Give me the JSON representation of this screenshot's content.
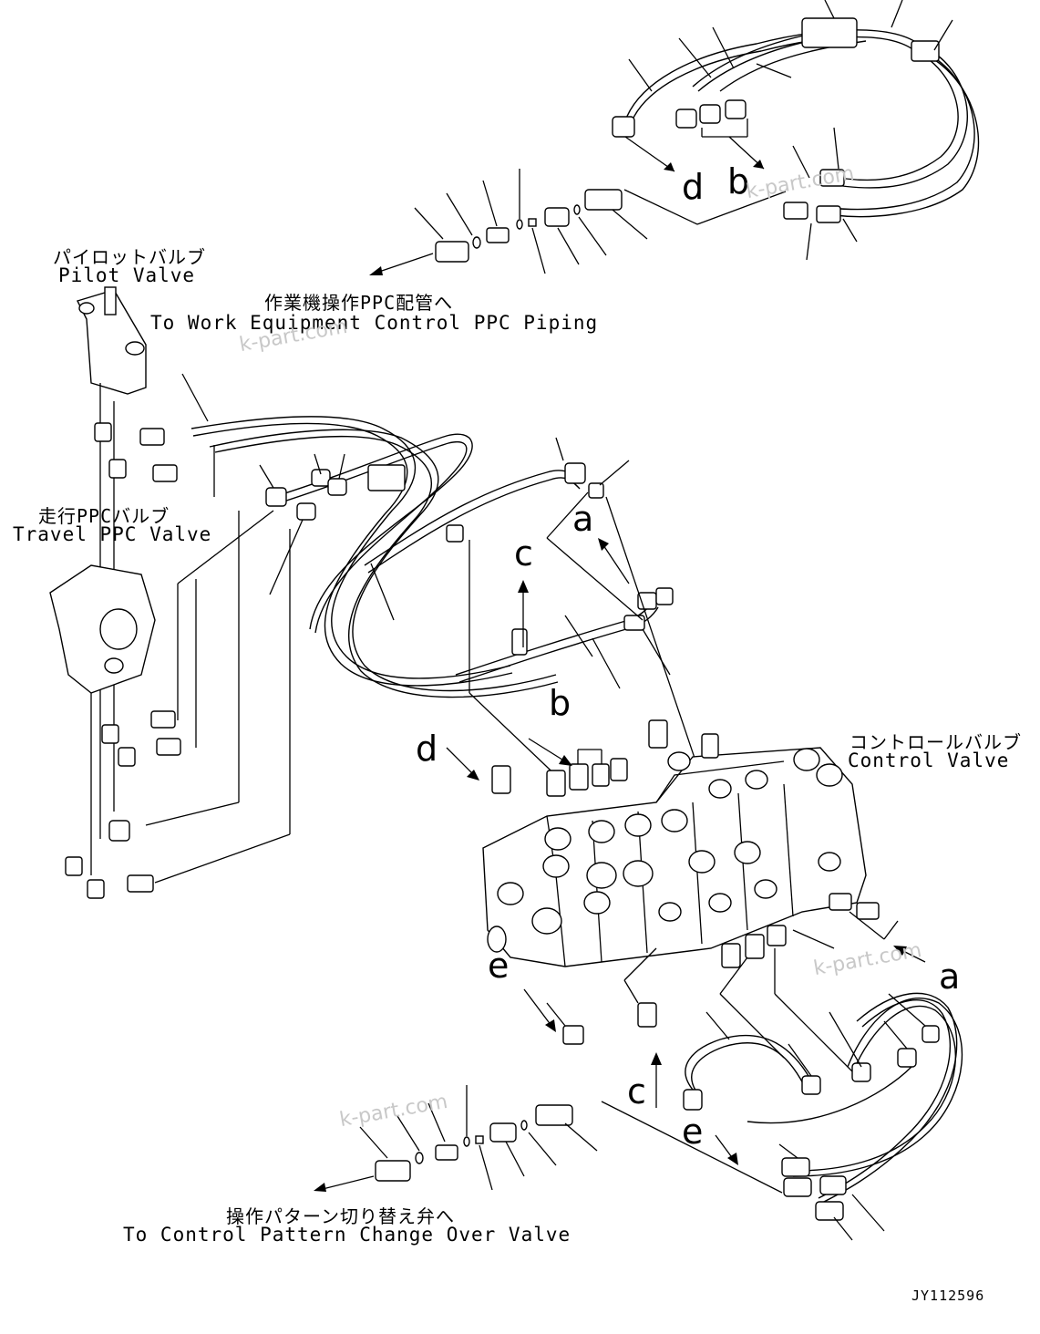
{
  "labels": {
    "pilot_valve_jp": "パイロットバルブ",
    "pilot_valve_en": "Pilot Valve",
    "work_equipment_jp": "作業機操作PPC配管へ",
    "work_equipment_en": "To Work Equipment Control PPC Piping",
    "travel_ppc_jp": "走行PPCバルブ",
    "travel_ppc_en": "Travel PPC Valve",
    "control_valve_jp": "コントロールバルブ",
    "control_valve_en": "Control Valve",
    "pattern_change_jp": "操作パターン切り替え弁へ",
    "pattern_change_en": "To Control Pattern Change Over Valve",
    "drawing_code": "JY112596"
  },
  "reference_letters": {
    "a": "a",
    "b": "b",
    "c": "c",
    "d": "d",
    "e": "e"
  },
  "watermark": "k-part.com"
}
